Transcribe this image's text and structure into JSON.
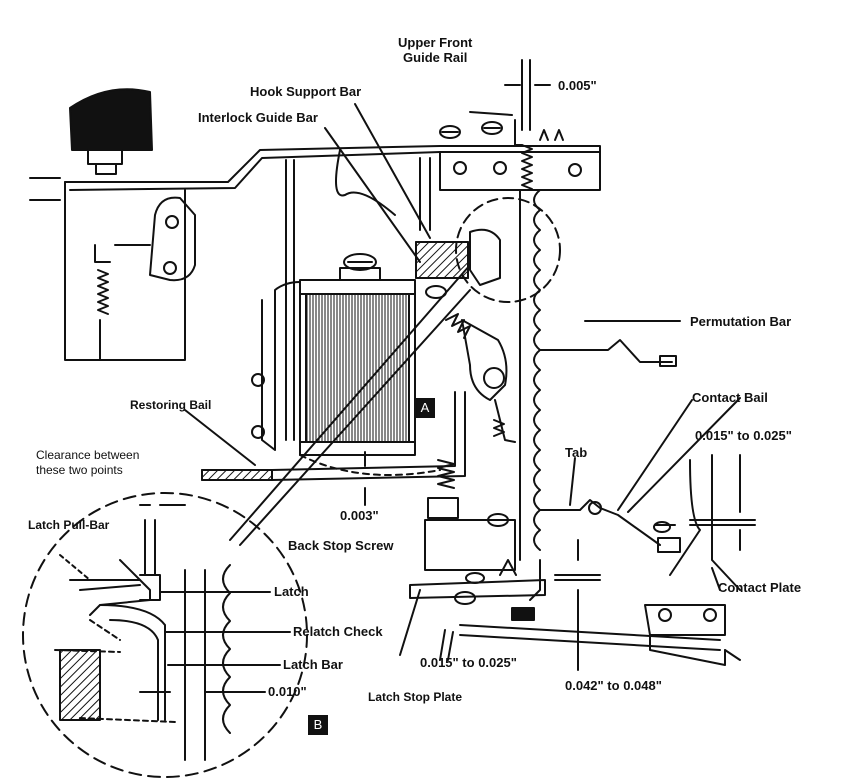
{
  "labels": {
    "upper_front_guide_rail": "Upper Front\nGuide Rail",
    "dim_0005": "0.005\"",
    "hook_support_bar": "Hook Support Bar",
    "interlock_guide_bar": "Interlock Guide Bar",
    "permutation_bar": "Permutation Bar",
    "restoring_bail": "Restoring Bail",
    "contact_bail": "Contact Bail",
    "dim_0015_0025_right": "0.015\" to 0.025\"",
    "clearance_note": "Clearance between\nthese two points",
    "tab": "Tab",
    "dim_0003": "0.003\"",
    "latch_pull_bar": "Latch Pull-Bar",
    "back_stop_screw": "Back Stop Screw",
    "latch": "Latch",
    "contact_plate": "Contact Plate",
    "relatch_check": "Relatch Check",
    "dim_0015_0025_bottom": "0.015\" to 0.025\"",
    "latch_bar": "Latch Bar",
    "dim_0042_0048": "0.042\" to 0.048\"",
    "dim_0010": "0.010\"",
    "latch_stop_plate": "Latch Stop Plate",
    "tag_a": "A",
    "tag_b": "B"
  }
}
